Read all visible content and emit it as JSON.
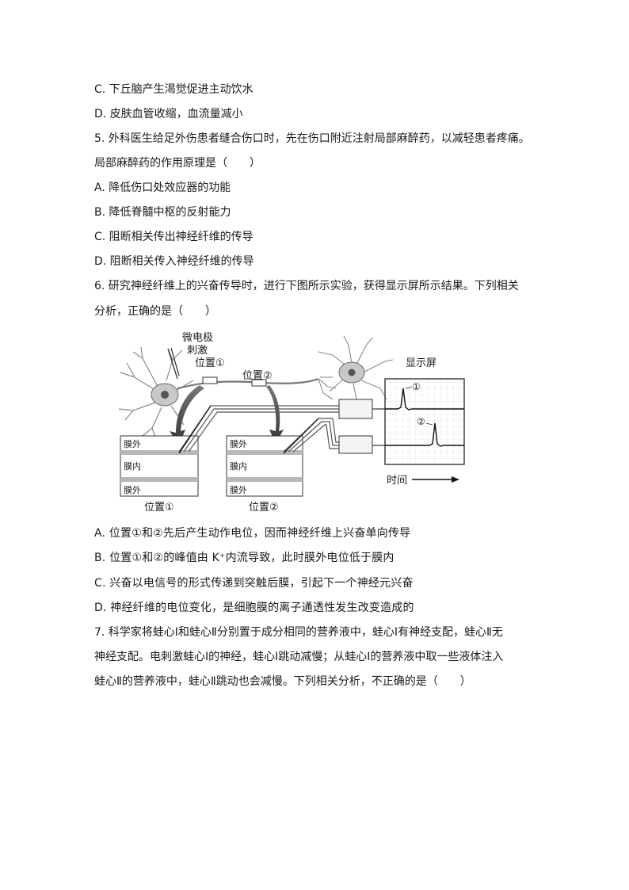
{
  "lines": {
    "q4_c": "C. 下丘脑产生渴觉促进主动饮水",
    "q4_d": "D. 皮肤血管收缩，血流量减小",
    "q5_stem_1": "5. 外科医生给足外伤患者缝合伤口时，先在伤口附近注射局部麻醉药，以减轻患者疼痛。",
    "q5_stem_2": "局部麻醉药的作用原理是（　　）",
    "q5_a": "A. 降低伤口处效应器的功能",
    "q5_b": "B. 降低脊髓中枢的反射能力",
    "q5_c": "C. 阻断相关传出神经纤维的传导",
    "q5_d": "D. 阻断相关传入神经纤维的传导",
    "q6_stem_1": "6. 研究神经纤维上的兴奋传导时，进行下图所示实验，获得显示屏所示结果。下列相关",
    "q6_stem_2": "分析，正确的是（　　）",
    "q6_a": "A. 位置①和②先后产生动作电位，因而神经纤维上兴奋单向传导",
    "q6_b": "B. 位置①和②的峰值由 K⁺内流导致，此时膜外电位低于膜内",
    "q6_c": "C. 兴奋以电信号的形式传递到突触后膜，引起下一个神经元兴奋",
    "q6_d": "D. 神经纤维的电位变化，是细胞膜的离子通透性发生改变造成的",
    "q7_stem_1": "7. 科学家将蛙心Ⅰ和蛙心Ⅱ分别置于成分相同的营养液中，蛙心Ⅰ有神经支配，蛙心Ⅱ无",
    "q7_stem_2": "神经支配。电刺激蛙心Ⅰ的神经，蛙心Ⅰ跳动减慢；从蛙心Ⅰ的营养液中取一些液体注入",
    "q7_stem_3": "蛙心Ⅱ的营养液中，蛙心Ⅱ跳动也会减慢。下列相关分析，不正确的是（　　）"
  },
  "figure": {
    "electrode_label_1": "微电极",
    "electrode_label_2": "刺激",
    "pos1_label": "位置①",
    "pos2_label": "位置②",
    "screen_label": "显示屏",
    "trace1_label": "①",
    "trace2_label": "②",
    "time_label": "时间",
    "membrane_outside": "膜外",
    "membrane_inside": "膜内",
    "box1_caption": "位置①",
    "box2_caption": "位置②"
  }
}
